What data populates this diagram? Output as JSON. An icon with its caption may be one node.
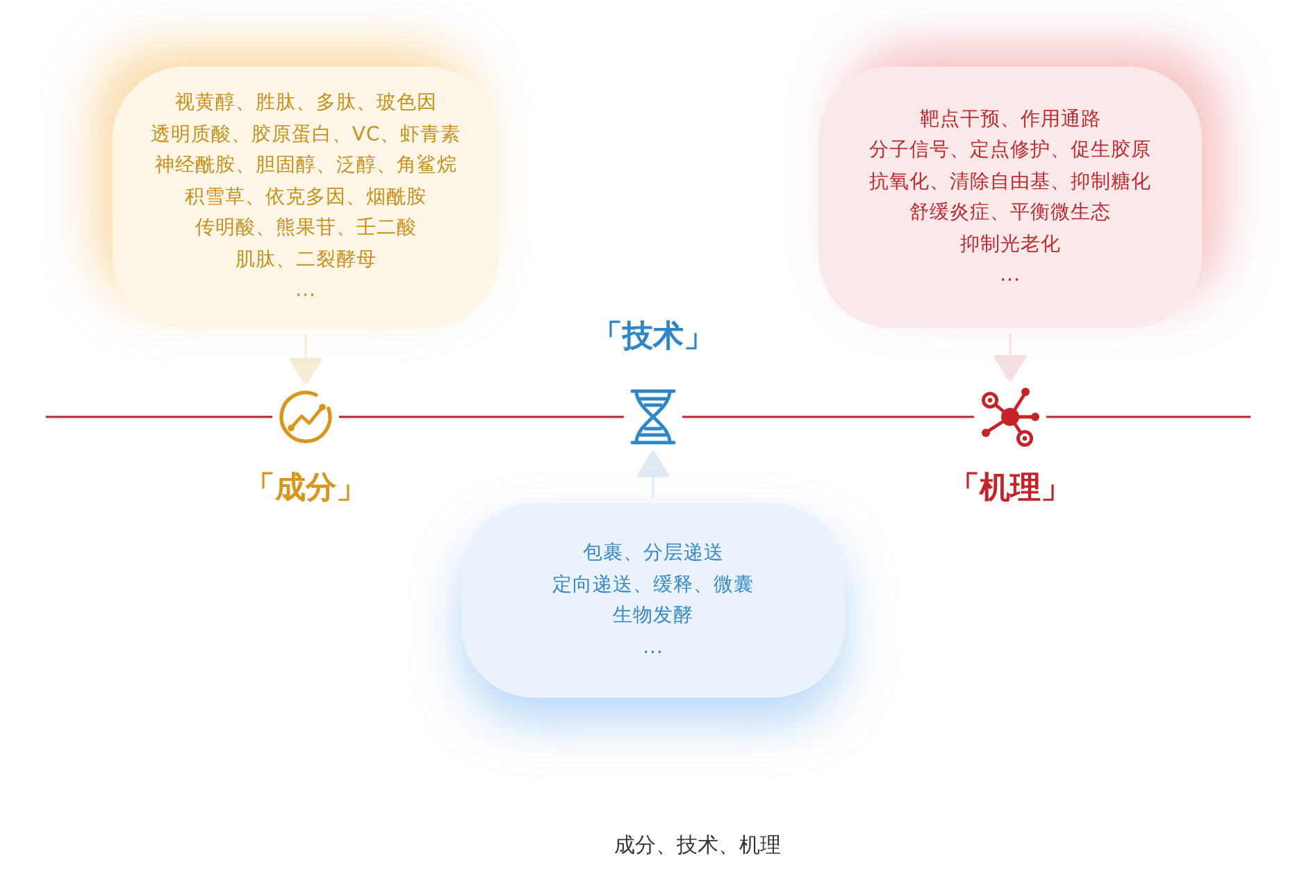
{
  "diagram": {
    "caption": "成分、技术、机理",
    "nodes": [
      {
        "text": [
          "视黄醇、胜肽、多肽、玻色因",
          "透明质酸、胶原蛋白、VC、虾青素",
          "神经酰胺、胆固醇、泛醇、角鲨烷",
          "积雪草、依克多因、烟酰胺",
          "传明酸、熊果苷、壬二酸",
          "肌肽、二裂酵母",
          "..."
        ]
      },
      {
        "text": [
          "靶点干预、作用通路",
          "分子信号、定点修护、促生胶原",
          "抗氧化、清除自由基、抑制糖化",
          "舒缓炎症、平衡微生态",
          "抑制光老化",
          "..."
        ]
      },
      {
        "text": [],
        "shape": "picture",
        "beside": [
          "「成分」"
        ]
      },
      {
        "text": [],
        "shape": "picture",
        "beside": [
          "「技术」"
        ]
      },
      {
        "text": [],
        "shape": "picture",
        "beside": [
          "「机理」"
        ]
      },
      {
        "text": [
          "包裹、分层递送",
          "定向递送、缓释、微囊",
          "生物发酵",
          "..."
        ]
      }
    ],
    "edges": [
      {
        "from": 0,
        "to": 2,
        "arrow": "to",
        "color": "#f6ecd6"
      },
      {
        "from": 1,
        "to": 4,
        "arrow": "to",
        "color": "#f5e0e2"
      },
      {
        "from": 5,
        "to": 3,
        "arrow": "to",
        "color": "#dfeaf5"
      },
      {
        "from": null,
        "to": 2,
        "arrow": "none"
      },
      {
        "from": 2,
        "to": 3,
        "arrow": "none"
      },
      {
        "from": 3,
        "to": 4,
        "arrow": "none"
      },
      {
        "from": 4,
        "to": null,
        "arrow": "none"
      }
    ]
  }
}
